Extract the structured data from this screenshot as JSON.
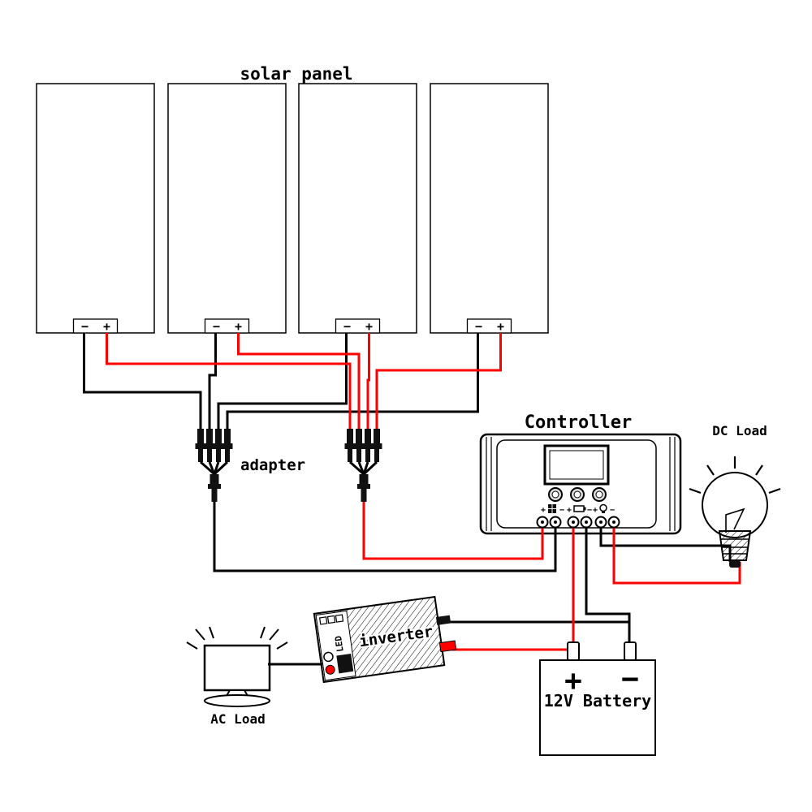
{
  "diagram": {
    "title": "solar panel",
    "solar_panels": {
      "count": 4,
      "terminal_minus": "−",
      "terminal_plus": "+"
    },
    "adapter": {
      "label": "adapter"
    },
    "controller": {
      "label": "Controller",
      "icon_plus": "+",
      "icon_minus": "−"
    },
    "dc_load": {
      "label": "DC Load"
    },
    "inverter": {
      "label": "inverter",
      "indicator_label": "LED"
    },
    "ac_load": {
      "label": "AC Load"
    },
    "battery": {
      "label": "12V Battery",
      "terminal_plus": "+",
      "terminal_minus": "−"
    },
    "colors": {
      "background": "#ffffff",
      "outline": "#000000",
      "positive_wire": "#ff0000",
      "negative_wire": "#000000"
    },
    "icons": {
      "dc_load": "light-bulb-icon",
      "ac_load": "monitor-icon",
      "controller_inputs": [
        "pv-panel-icon",
        "battery-icon",
        "lamp-icon"
      ]
    }
  }
}
